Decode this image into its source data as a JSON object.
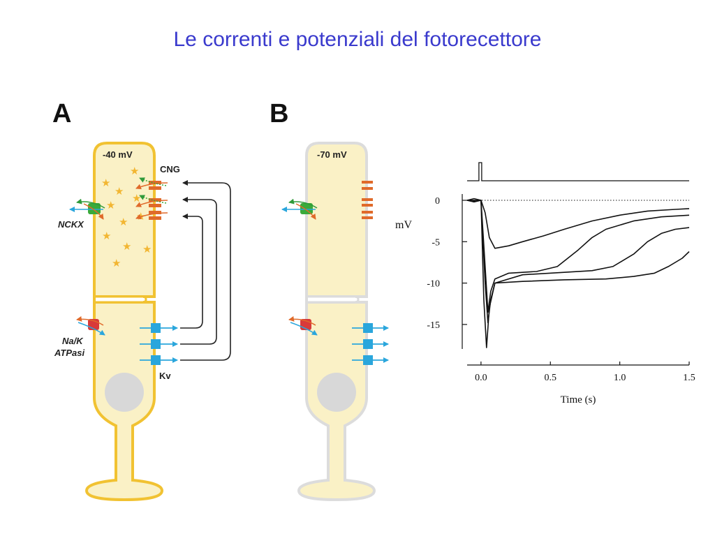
{
  "title": "Le correnti e potenziali del fotorecettore",
  "panel_a": {
    "label": "A",
    "voltage": "-40 mV",
    "cng_label": "CNG",
    "nckx_label": "NCKX",
    "pump_label_1": "Na/K",
    "pump_label_2": "ATPasi",
    "kv_label": "Kv"
  },
  "panel_b": {
    "label": "B",
    "voltage": "-70 mV"
  },
  "colors": {
    "title": "#3a3acd",
    "cell_fill": "#faf1c6",
    "cell_outline_a": "#f1c232",
    "cell_outline_b": "#dcdcdc",
    "cng": "#e06a2a",
    "nckx": "#3aaa3a",
    "pump": "#d83a3a",
    "kv": "#2aa6dc",
    "stars": "#f2b632",
    "nucleus": "#d8d8d8"
  },
  "chart_data": {
    "type": "line",
    "xlabel": "Time (s)",
    "ylabel": "mV",
    "xlim": [
      -0.1,
      1.5
    ],
    "ylim": [
      -18,
      1
    ],
    "xticks": [
      "0.0",
      "0.5",
      "1.0",
      "1.5"
    ],
    "yticks": [
      "0",
      "-5",
      "-10",
      "-15"
    ],
    "stimulus_time": 0.0,
    "baseline_dotted": 0,
    "series": [
      {
        "x": [
          -0.1,
          -0.05,
          0.0,
          0.03,
          0.06,
          0.1,
          0.2,
          0.3,
          0.45,
          0.6,
          0.8,
          1.0,
          1.2,
          1.4,
          1.5
        ],
        "y": [
          0,
          -0.2,
          0,
          -1.5,
          -4.5,
          -5.8,
          -5.5,
          -5.0,
          -4.3,
          -3.5,
          -2.5,
          -1.8,
          -1.3,
          -1.1,
          -1.0
        ]
      },
      {
        "x": [
          -0.1,
          -0.05,
          0.0,
          0.03,
          0.05,
          0.07,
          0.1,
          0.2,
          0.4,
          0.55,
          0.7,
          0.8,
          0.9,
          1.1,
          1.3,
          1.5
        ],
        "y": [
          0,
          0,
          0,
          -8,
          -13.5,
          -11,
          -9.5,
          -8.8,
          -8.6,
          -8.0,
          -6.0,
          -4.5,
          -3.5,
          -2.5,
          -2.0,
          -1.8
        ]
      },
      {
        "x": [
          -0.1,
          -0.05,
          0.0,
          0.03,
          0.05,
          0.07,
          0.1,
          0.3,
          0.6,
          0.8,
          0.95,
          1.1,
          1.2,
          1.3,
          1.4,
          1.5
        ],
        "y": [
          0,
          -0.1,
          0,
          -10,
          -14.8,
          -12,
          -10,
          -9.0,
          -8.7,
          -8.5,
          -8.0,
          -6.5,
          -5.0,
          -4.0,
          -3.5,
          -3.3
        ]
      },
      {
        "x": [
          -0.1,
          -0.05,
          0.0,
          0.02,
          0.04,
          0.06,
          0.1,
          0.3,
          0.6,
          0.9,
          1.1,
          1.25,
          1.35,
          1.45,
          1.5
        ],
        "y": [
          0,
          0.2,
          0,
          -12,
          -17.8,
          -13,
          -10,
          -9.8,
          -9.6,
          -9.5,
          -9.2,
          -8.8,
          -8.0,
          -7.0,
          -6.2
        ]
      }
    ]
  }
}
